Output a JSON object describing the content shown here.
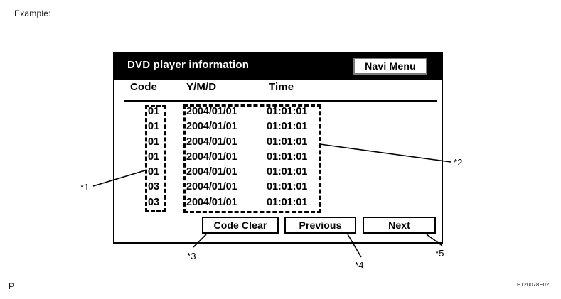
{
  "page": {
    "example_label": "Example:",
    "bottom_left_marker": "P",
    "figure_code": "E120078E02"
  },
  "screen": {
    "title": "DVD player information",
    "navi_menu_label": "Navi Menu",
    "columns": [
      "Code",
      "Y/M/D",
      "Time"
    ],
    "rows": [
      {
        "code": "01",
        "date": "2004/01/01",
        "time": "01:01:01"
      },
      {
        "code": "01",
        "date": "2004/01/01",
        "time": "01:01:01"
      },
      {
        "code": "01",
        "date": "2004/01/01",
        "time": "01:01:01"
      },
      {
        "code": "01",
        "date": "2004/01/01",
        "time": "01:01:01"
      },
      {
        "code": "01",
        "date": "2004/01/01",
        "time": "01:01:01"
      },
      {
        "code": "03",
        "date": "2004/01/01",
        "time": "01:01:01"
      },
      {
        "code": "03",
        "date": "2004/01/01",
        "time": "01:01:01"
      }
    ],
    "buttons": {
      "code_clear": "Code Clear",
      "previous": "Previous",
      "next": "Next"
    }
  },
  "callouts": [
    {
      "id": "1",
      "label": "*1"
    },
    {
      "id": "2",
      "label": "*2"
    },
    {
      "id": "3",
      "label": "*3"
    },
    {
      "id": "4",
      "label": "*4"
    },
    {
      "id": "5",
      "label": "*5"
    }
  ],
  "colors": {
    "ink": "#000000",
    "paper": "#ffffff",
    "title_bar": "#000000",
    "navi_border": "#7a7a7a"
  }
}
